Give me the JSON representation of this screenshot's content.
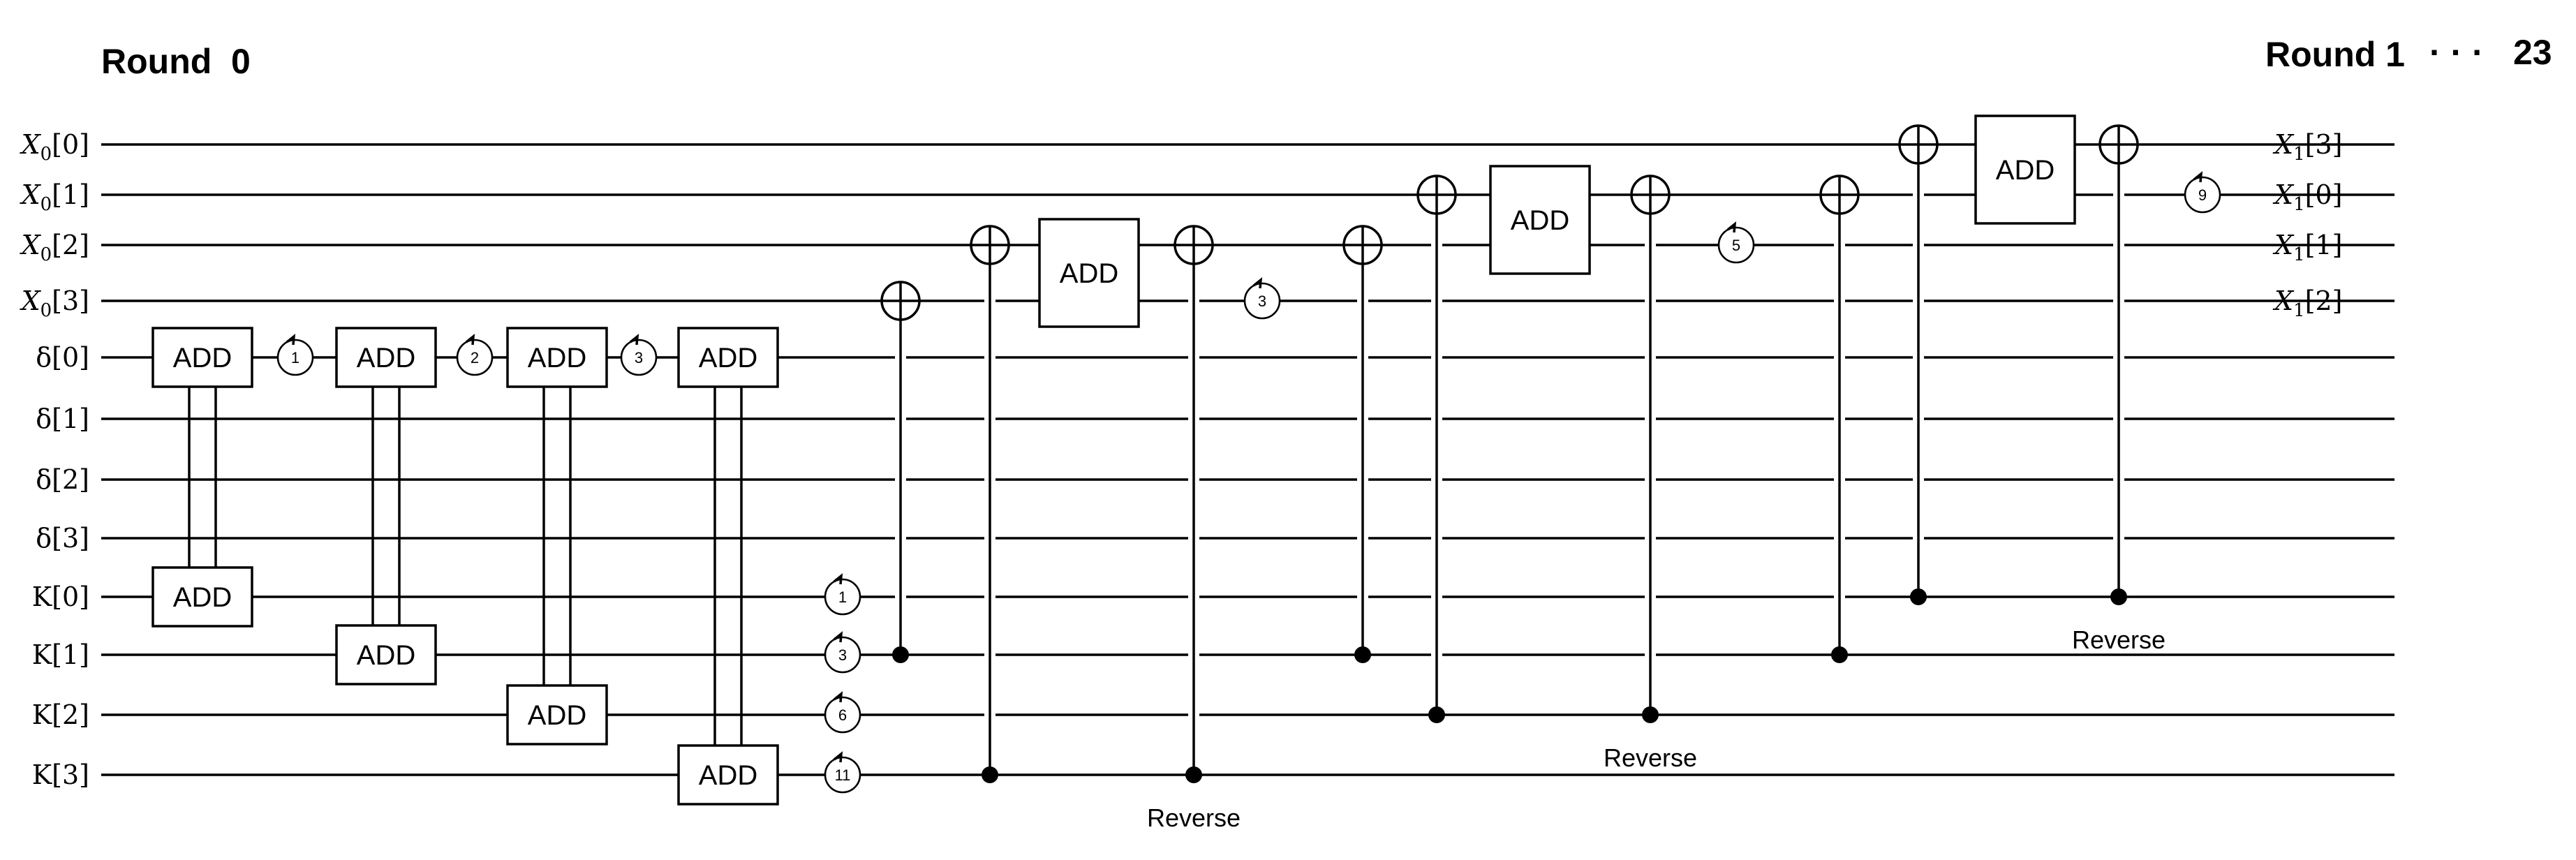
{
  "header": {
    "round_start": "Round  0",
    "round_end": "Round 1",
    "ellipsis": "· · ·",
    "round_last": "23"
  },
  "input_wires": [
    {
      "id": "x0",
      "base": "X",
      "sub": "0",
      "idx": "[0]"
    },
    {
      "id": "x1",
      "base": "X",
      "sub": "0",
      "idx": "[1]"
    },
    {
      "id": "x2",
      "base": "X",
      "sub": "0",
      "idx": "[2]"
    },
    {
      "id": "x3",
      "base": "X",
      "sub": "0",
      "idx": "[3]"
    },
    {
      "id": "d0",
      "base": "δ",
      "sub": "",
      "idx": "[0]"
    },
    {
      "id": "d1",
      "base": "δ",
      "sub": "",
      "idx": "[1]"
    },
    {
      "id": "d2",
      "base": "δ",
      "sub": "",
      "idx": "[2]"
    },
    {
      "id": "d3",
      "base": "δ",
      "sub": "",
      "idx": "[3]"
    },
    {
      "id": "k0",
      "base": "K",
      "sub": "",
      "idx": "[0]"
    },
    {
      "id": "k1",
      "base": "K",
      "sub": "",
      "idx": "[1]"
    },
    {
      "id": "k2",
      "base": "K",
      "sub": "",
      "idx": "[2]"
    },
    {
      "id": "k3",
      "base": "K",
      "sub": "",
      "idx": "[3]"
    }
  ],
  "output_wires": [
    {
      "wire": "x0",
      "base": "X",
      "sub": "1",
      "idx": "[3]"
    },
    {
      "wire": "x1",
      "base": "X",
      "sub": "1",
      "idx": "[0]"
    },
    {
      "wire": "x2",
      "base": "X",
      "sub": "1",
      "idx": "[1]"
    },
    {
      "wire": "x3",
      "base": "X",
      "sub": "1",
      "idx": "[2]"
    }
  ],
  "add_label": "ADD",
  "reverse_label": "Reverse",
  "delta_adds": [
    {
      "top": "d0",
      "bottom": "k0"
    },
    {
      "top": "d0",
      "bottom": "k1"
    },
    {
      "top": "d0",
      "bottom": "k2"
    },
    {
      "top": "d0",
      "bottom": "k3"
    }
  ],
  "delta_rotations": [
    "1",
    "2",
    "3"
  ],
  "key_rotations": [
    {
      "wire": "k0",
      "value": "1"
    },
    {
      "wire": "k1",
      "value": "3"
    },
    {
      "wire": "k2",
      "value": "6"
    },
    {
      "wire": "k3",
      "value": "11"
    }
  ],
  "arx_blocks": [
    {
      "control": "k3",
      "add_from": "x3",
      "add_to": "x2",
      "rotation": "3",
      "rotation_wire": "x3"
    },
    {
      "control": "k2",
      "add_from": "x2",
      "add_to": "x1",
      "rotation": "5",
      "rotation_wire": "x2"
    },
    {
      "control": "k0",
      "add_from": "x1",
      "add_to": "x0",
      "rotation": "9",
      "rotation_wire": "x1"
    }
  ]
}
